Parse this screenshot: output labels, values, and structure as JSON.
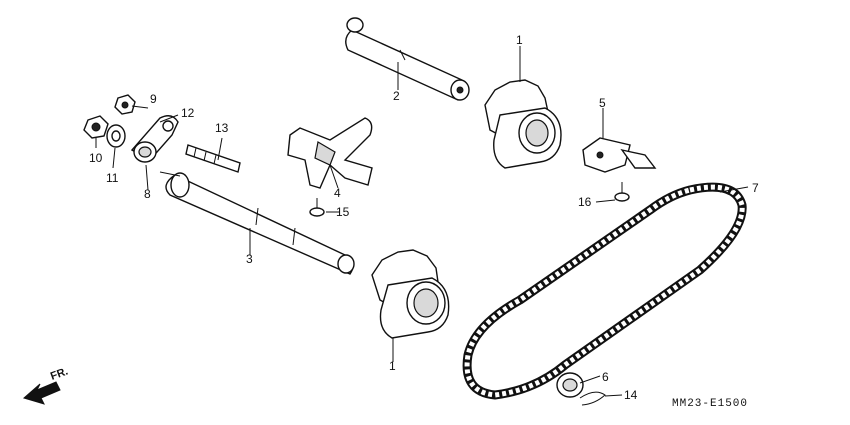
{
  "callouts": [
    {
      "id": "1a",
      "text": "1"
    },
    {
      "id": "1b",
      "text": "1"
    },
    {
      "id": "2",
      "text": "2"
    },
    {
      "id": "3",
      "text": "3"
    },
    {
      "id": "4",
      "text": "4"
    },
    {
      "id": "5",
      "text": "5"
    },
    {
      "id": "6",
      "text": "6"
    },
    {
      "id": "7",
      "text": "7"
    },
    {
      "id": "8",
      "text": "8"
    },
    {
      "id": "9",
      "text": "9"
    },
    {
      "id": "10",
      "text": "10"
    },
    {
      "id": "11",
      "text": "11"
    },
    {
      "id": "12",
      "text": "12"
    },
    {
      "id": "13",
      "text": "13"
    },
    {
      "id": "14",
      "text": "14"
    },
    {
      "id": "15",
      "text": "15"
    },
    {
      "id": "16",
      "text": "16"
    }
  ],
  "direction_label": "FR.",
  "diagram_code": "MM23-E1500"
}
